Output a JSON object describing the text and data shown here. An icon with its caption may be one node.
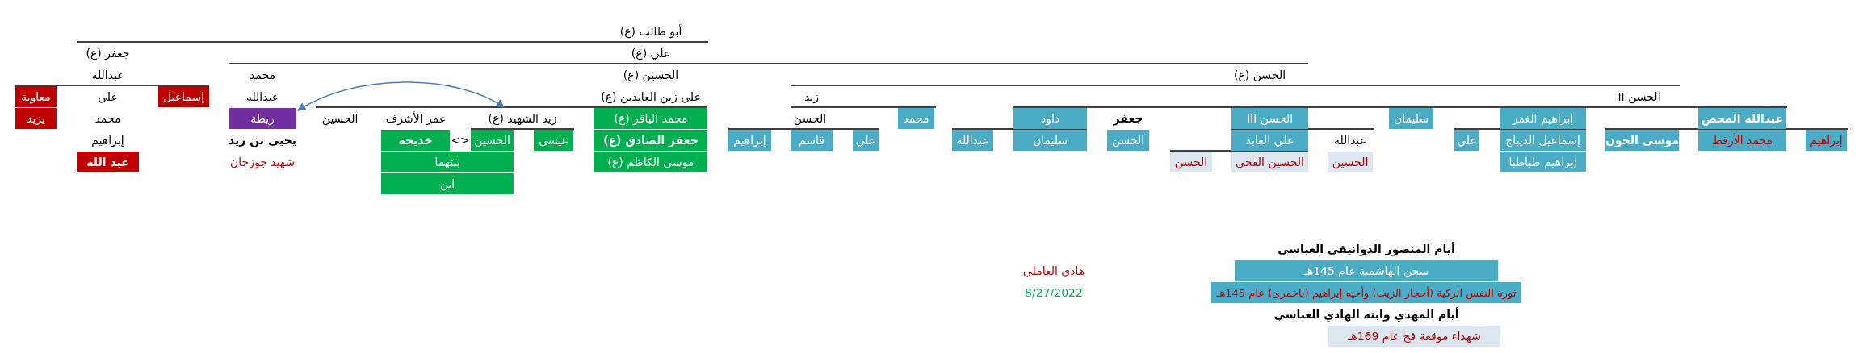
{
  "diagram": {
    "nodes": [
      {
        "text": [
          "أبو طالب (ع)"
        ]
      },
      {
        "text": [
          "جعفر (ع)"
        ]
      },
      {
        "text": [
          "علي (ع)"
        ]
      },
      {
        "text": [
          "عبدالله"
        ]
      },
      {
        "text": [
          "محمد"
        ]
      },
      {
        "text": [
          "الحسين (ع)"
        ]
      },
      {
        "text": [
          "الحسن (ع)"
        ]
      },
      {
        "text": [
          "معاوية"
        ]
      },
      {
        "text": [
          "علي"
        ]
      },
      {
        "text": [
          "إسماعيل"
        ]
      },
      {
        "text": [
          "عبدالله"
        ]
      },
      {
        "text": [
          "علي زين العابدين (ع)"
        ]
      },
      {
        "text": [
          "زيد"
        ]
      },
      {
        "text": [
          "الحسن II"
        ]
      },
      {
        "text": [
          "يزيد"
        ]
      },
      {
        "text": [
          "محمد"
        ]
      },
      {
        "text": [
          "ريطة"
        ]
      },
      {
        "text": [
          "الحسين"
        ]
      },
      {
        "text": [
          "عمر الأشرف"
        ]
      },
      {
        "text": [
          "زيد الشهيد (ع)"
        ]
      },
      {
        "text": [
          "محمد الباقر (ع)"
        ]
      },
      {
        "text": [
          "الحسن"
        ]
      },
      {
        "text": [
          "محمد"
        ]
      },
      {
        "text": [
          "داود"
        ]
      },
      {
        "text": [
          "جعفر"
        ]
      },
      {
        "text": [
          "الحسن III"
        ]
      },
      {
        "text": [
          "سليمان"
        ]
      },
      {
        "text": [
          "إبراهيم الغمر"
        ]
      },
      {
        "text": [
          "عبدالله المحض"
        ]
      },
      {
        "text": [
          "إبراهيم"
        ]
      },
      {
        "text": [
          "يحيى بن زيد"
        ]
      },
      {
        "text": [
          "خديجة"
        ]
      },
      {
        "text": [
          "<>"
        ]
      },
      {
        "text": [
          "الحسين"
        ]
      },
      {
        "text": [
          "عيسى"
        ]
      },
      {
        "text": [
          "جعفر الصادق (ع)"
        ]
      },
      {
        "text": [
          "إبراهيم"
        ]
      },
      {
        "text": [
          "قاسم"
        ]
      },
      {
        "text": [
          "علي"
        ]
      },
      {
        "text": [
          "عبدالله"
        ]
      },
      {
        "text": [
          "سليمان"
        ]
      },
      {
        "text": [
          "الحسن"
        ]
      },
      {
        "text": [
          "علي العابد"
        ]
      },
      {
        "text": [
          "عبدالله"
        ]
      },
      {
        "text": [
          "علي"
        ]
      },
      {
        "text": [
          "إسماعيل الديباج"
        ]
      },
      {
        "text": [
          "موسى الجون"
        ]
      },
      {
        "text": [
          "محمد الأرقط"
        ]
      },
      {
        "text": [
          "إبراهيم"
        ]
      },
      {
        "text": [
          "عبد الله"
        ]
      },
      {
        "text": [
          "شهيد جوزجان"
        ]
      },
      {
        "text": [
          "بنتهما"
        ]
      },
      {
        "text": [
          "موسى الكاظم (ع)"
        ]
      },
      {
        "text": [
          "الحسن"
        ]
      },
      {
        "text": [
          "الحسين الفخي"
        ]
      },
      {
        "text": [
          "الحسين"
        ]
      },
      {
        "text": [
          "إبراهيم طباطبا"
        ]
      },
      {
        "text": [
          "ابن"
        ]
      },
      {
        "text": [
          "سجن الهاشمية عام 145هـ"
        ]
      },
      {
        "text": [
          "ثورة النفس الزكية (أحجار الزيت) وأخيه إبراهيم (باخمرى) عام 145هـ"
        ]
      },
      {
        "text": [
          "شهداء موقعة فخ  عام 169هـ"
        ]
      }
    ],
    "edges": [
      {
        "from": 19,
        "to": 16,
        "arrow": "both"
      }
    ],
    "labels": [
      "أيام المنصور الدوانيقي العباسي",
      "هادي العاملي",
      "8/27/2022",
      "أيام المهدي وابنه الهادي العباسي"
    ]
  }
}
